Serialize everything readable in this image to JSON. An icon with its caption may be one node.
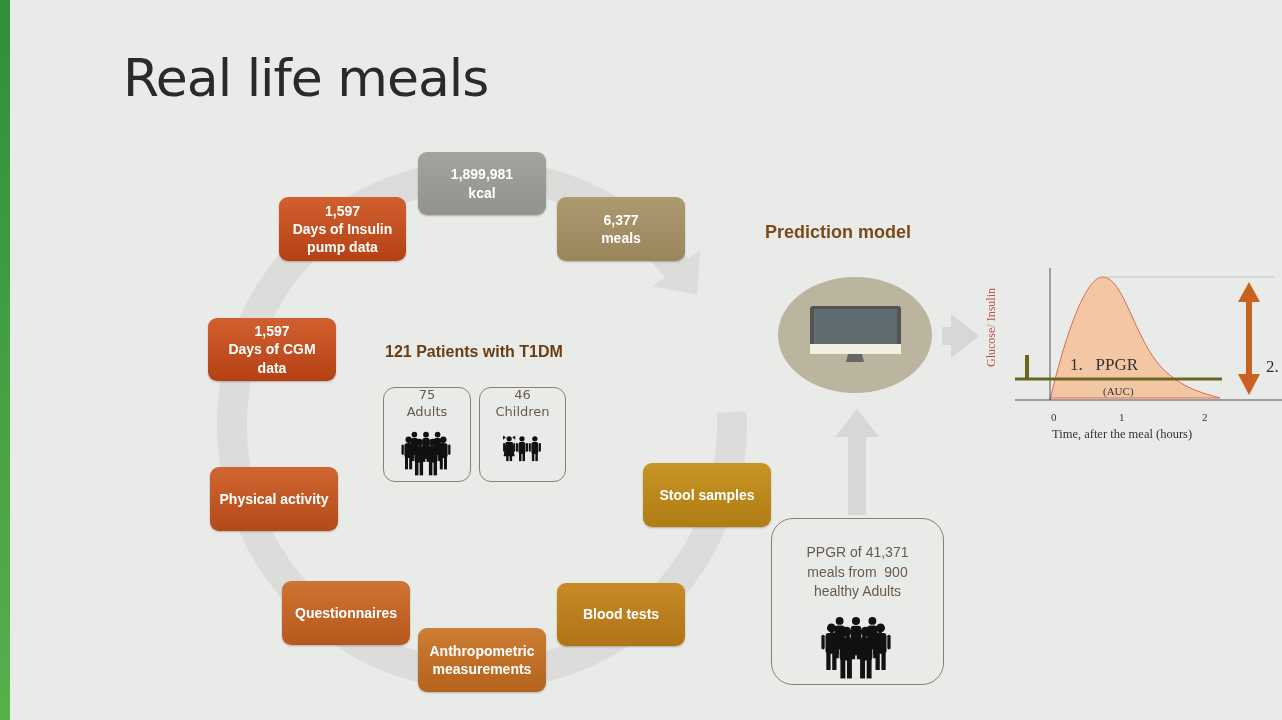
{
  "diagram": {
    "title": "Real life meals",
    "nodes": [
      {
        "text": [
          "1,899,981",
          "kcal"
        ]
      },
      {
        "text": [
          "6,377",
          "meals"
        ]
      },
      {
        "text": [
          "Stool samples"
        ]
      },
      {
        "text": [
          "Blood tests"
        ]
      },
      {
        "text": [
          "Anthropometric measurements"
        ]
      },
      {
        "text": [
          "Questionnaires"
        ]
      },
      {
        "text": [
          "Physical activity"
        ]
      },
      {
        "text": [
          "1,597",
          "Days of CGM data"
        ]
      },
      {
        "text": [
          "1,597",
          "Days of Insulin pump data"
        ]
      },
      {
        "text": [
          "75",
          "Adults"
        ]
      },
      {
        "text": [
          "46",
          "Children"
        ]
      },
      {
        "text": [
          "Prediction model"
        ]
      },
      {
        "text": [
          "PPGR of 41,371 meals from  900 healthy Adults"
        ]
      },
      {
        "text": [],
        "shape": "picture"
      }
    ],
    "edges": [
      {
        "from": 12,
        "to": 11,
        "arrow": "to"
      },
      {
        "from": 11,
        "to": 13,
        "arrow": "to"
      }
    ],
    "labels": [
      "121 Patients with T1DM",
      "Glucose/ Insulin",
      "1.   PPGR",
      "(AUC)",
      "0",
      "1",
      "2",
      "Time, after the meal (hours)",
      "2."
    ]
  }
}
